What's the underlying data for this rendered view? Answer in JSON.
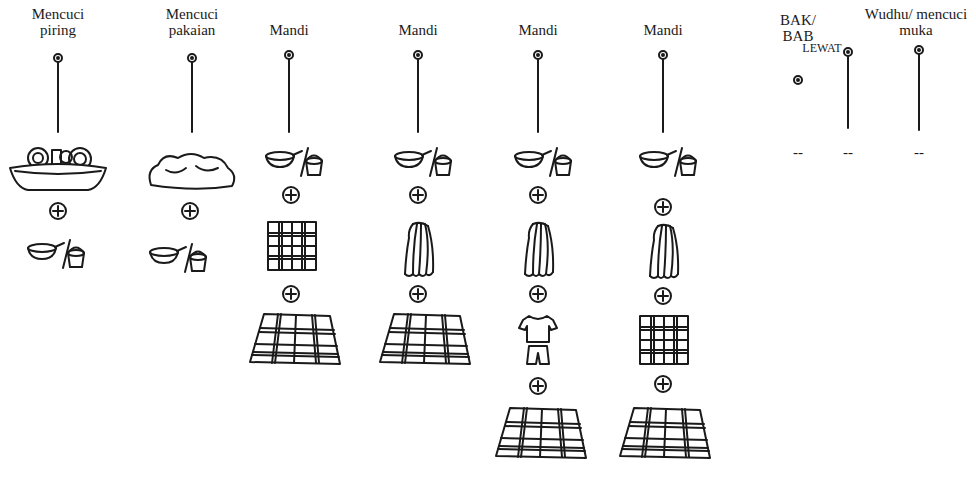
{
  "diagram": {
    "labels": [
      "Mencuci piring",
      "Mencuci pakaian",
      "Mandi",
      "Mandi",
      "Mandi",
      "Mandi",
      "BAK/ BAB",
      "LEWAT",
      "Wudhu/ mencuci muka",
      "--",
      "--",
      "--"
    ]
  }
}
